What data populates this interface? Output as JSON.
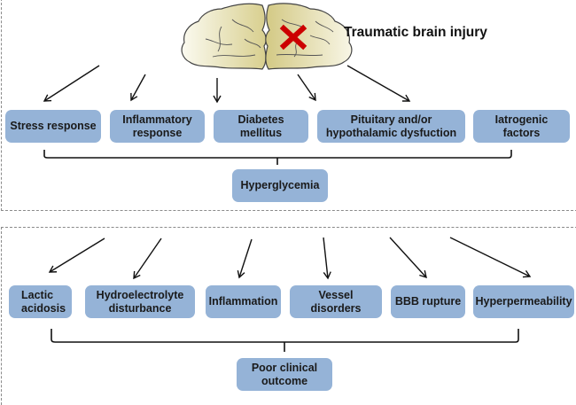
{
  "title": "Traumatic brain injury",
  "top_section": {
    "causes": [
      {
        "label": "Stress response"
      },
      {
        "label": "Inflammatory response"
      },
      {
        "label": "Diabetes mellitus"
      },
      {
        "label": "Pituitary and/or hypothalamic dysfuction"
      },
      {
        "label": "Iatrogenic factors"
      }
    ],
    "result": "Hyperglycemia"
  },
  "bottom_section": {
    "effects": [
      {
        "label": "Lactic acidosis"
      },
      {
        "label": "Hydroelectrolyte disturbance"
      },
      {
        "label": "Inflammation"
      },
      {
        "label": "Vessel disorders"
      },
      {
        "label": "BBB rupture"
      },
      {
        "label": "Hyperpermeability"
      }
    ],
    "result": "Poor clinical outcome"
  },
  "colors": {
    "box_fill": "#95b3d7",
    "brain_fill": "#e8e2b0",
    "injury_mark": "#cc0000"
  },
  "icons": {
    "brain": "brain-icon",
    "injury": "red-x-icon"
  }
}
